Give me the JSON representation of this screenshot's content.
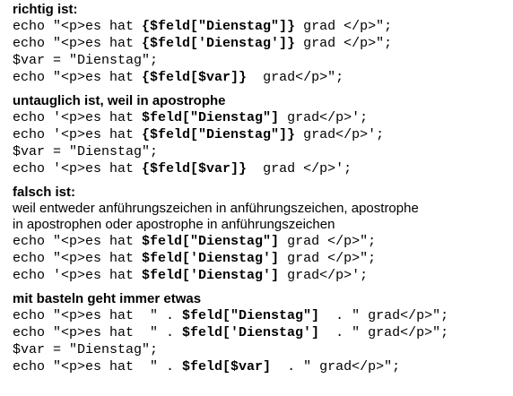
{
  "sections": [
    {
      "heading": "richtig ist:",
      "prose": [],
      "lines": [
        [
          [
            "echo \"<p>es hat ",
            false
          ],
          [
            "{$feld[\"Dienstag\"]}",
            true
          ],
          [
            " grad </p>\";",
            false
          ]
        ],
        [
          [
            "echo \"<p>es hat ",
            false
          ],
          [
            "{$feld['Dienstag']}",
            true
          ],
          [
            " grad </p>\";",
            false
          ]
        ],
        [
          [
            "$var = \"Dienstag\";",
            false
          ]
        ],
        [
          [
            "echo \"<p>es hat ",
            false
          ],
          [
            "{$feld[$var]}",
            true
          ],
          [
            "  grad</p>\";",
            false
          ]
        ]
      ]
    },
    {
      "heading": "untauglich ist, weil in apostrophe",
      "prose": [],
      "lines": [
        [
          [
            "echo '<p>es hat ",
            false
          ],
          [
            "$feld[\"Dienstag\"]",
            true
          ],
          [
            " grad</p>';",
            false
          ]
        ],
        [
          [
            "echo '<p>es hat ",
            false
          ],
          [
            "{$feld[\"Dienstag\"]}",
            true
          ],
          [
            " grad</p>';",
            false
          ]
        ],
        [
          [
            "$var = \"Dienstag\";",
            false
          ]
        ],
        [
          [
            "echo '<p>es hat ",
            false
          ],
          [
            "{$feld[$var]}",
            true
          ],
          [
            "  grad </p>';",
            false
          ]
        ]
      ]
    },
    {
      "heading": "falsch ist:",
      "prose": [
        "weil entweder anführungszeichen in anführungszeichen, apostrophe",
        "in apostrophen oder apostrophe in anführungszeichen"
      ],
      "lines": [
        [
          [
            "echo \"<p>es hat ",
            false
          ],
          [
            "$feld[\"Dienstag\"]",
            true
          ],
          [
            " grad </p>\";",
            false
          ]
        ],
        [
          [
            "echo \"<p>es hat ",
            false
          ],
          [
            "$feld['Dienstag']",
            true
          ],
          [
            " grad </p>\";",
            false
          ]
        ],
        [
          [
            "echo '<p>es hat ",
            false
          ],
          [
            "$feld['Dienstag']",
            true
          ],
          [
            " grad</p>';",
            false
          ]
        ]
      ]
    },
    {
      "heading": "mit basteln geht immer etwas",
      "prose": [],
      "lines": [
        [
          [
            "echo \"<p>es hat  \" . ",
            false
          ],
          [
            "$feld[\"Dienstag\"]",
            true
          ],
          [
            "  . \" grad</p>\";",
            false
          ]
        ],
        [
          [
            "echo \"<p>es hat  \" . ",
            false
          ],
          [
            "$feld['Dienstag']",
            true
          ],
          [
            "  . \" grad</p>\";",
            false
          ]
        ],
        [
          [
            "$var = \"Dienstag\";",
            false
          ]
        ],
        [
          [
            "echo \"<p>es hat  \" . ",
            false
          ],
          [
            "$feld[$var]",
            true
          ],
          [
            "  . \" grad</p>\";",
            false
          ]
        ]
      ]
    }
  ]
}
